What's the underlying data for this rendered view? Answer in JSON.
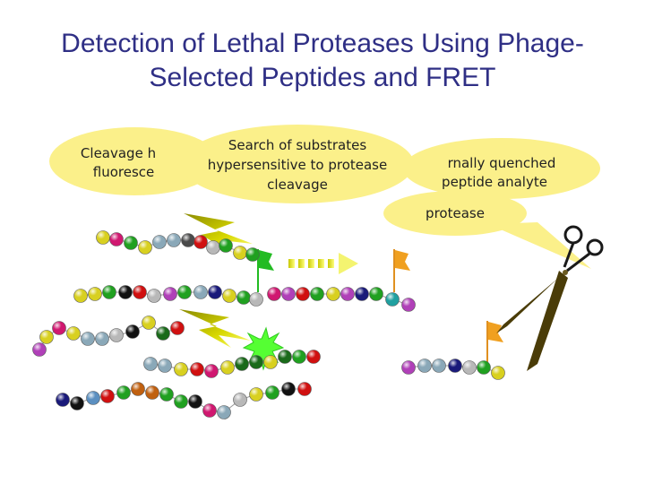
{
  "title": {
    "line1": "Detection of Lethal Proteases Using Phage-",
    "line2": "Selected Peptides and FRET"
  },
  "bubbles": {
    "left": {
      "line1": "Cleavage h",
      "line2": "fluoresce"
    },
    "center": {
      "line1": "Search of substrates",
      "line2": "hypersensitive  to protease",
      "line3": "cleavage"
    },
    "right": {
      "line1": "rnally quenched",
      "line2": "peptide analyte"
    },
    "protease": {
      "label": "protease"
    }
  },
  "colors": {
    "bubble_fill": "#fbf08a",
    "title_text": "#2f2f85",
    "lightning": "#c8c800",
    "flag_green": "#22bb22",
    "flag_orange": "#f0a020",
    "scissors": "#4a3c08"
  }
}
